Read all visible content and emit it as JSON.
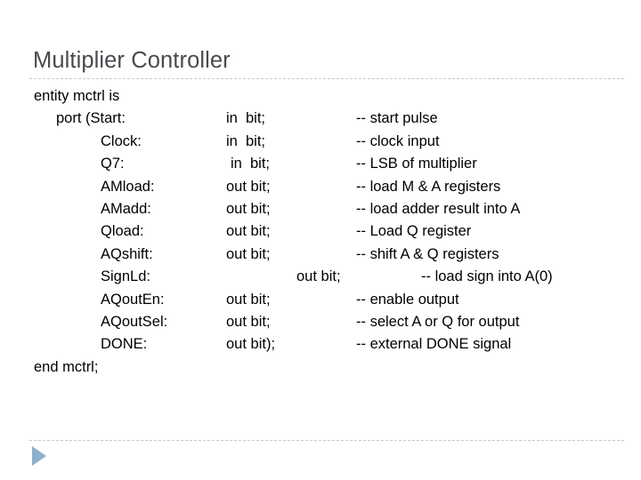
{
  "slide": {
    "title": "Multiplier Controller",
    "divider_color": "#c9c9cf",
    "title_color": "#4a4a4f",
    "background": "#ffffff"
  },
  "code": {
    "header": "entity mctrl is",
    "port_open": "port (Start:",
    "footer": "end mctrl;",
    "ports": [
      {
        "name": "Start:",
        "type": "in  bit;",
        "comment": "-- start pulse"
      },
      {
        "name": "Clock:",
        "type": "in  bit;",
        "comment": "-- clock input"
      },
      {
        "name": "Q7:",
        "type": "in  bit;",
        "comment": "-- LSB of multiplier"
      },
      {
        "name": "AMload:",
        "type": "out bit;",
        "comment": "-- load M & A registers"
      },
      {
        "name": "AMadd:",
        "type": "out bit;",
        "comment": "-- load adder result into A"
      },
      {
        "name": "Qload:",
        "type": "out bit;",
        "comment": "-- Load Q register"
      },
      {
        "name": "AQshift:",
        "type": "out bit;",
        "comment": "-- shift A & Q registers"
      },
      {
        "name": "SignLd:",
        "type": "out bit;",
        "comment": "-- load sign into A(0)"
      },
      {
        "name": "AQoutEn:",
        "type": "out bit;",
        "comment": "-- enable output"
      },
      {
        "name": "AQoutSel:",
        "type": "out bit;",
        "comment": "-- select A or Q for output"
      },
      {
        "name": "DONE:",
        "type": "out bit);",
        "comment": "-- external DONE signal"
      }
    ]
  },
  "footer": {
    "nav_arrow_label": "next-slide",
    "nav_arrow_color": "#8fb0cd"
  }
}
